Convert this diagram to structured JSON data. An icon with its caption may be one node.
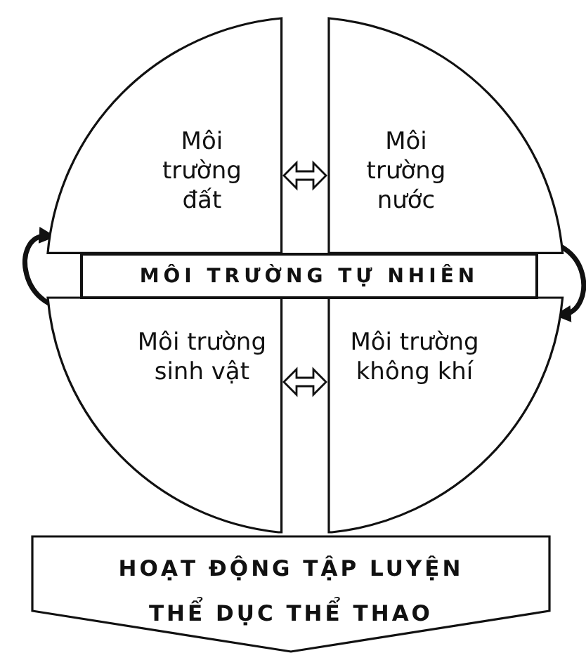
{
  "diagram": {
    "nodes": [
      {
        "text": [
          "Môi trường đất"
        ]
      },
      {
        "text": [
          "Môi trường nước"
        ]
      },
      {
        "text": [
          "MÔI TRƯỜNG TỰ NHIÊN"
        ]
      },
      {
        "text": [
          "Môi trường sinh vật"
        ]
      },
      {
        "text": [
          "Môi trường không khí"
        ]
      },
      {
        "text": [
          "HOẠT ĐỘNG TẬP LUYỆN THỂ DỤC THỂ THAO"
        ]
      }
    ],
    "edges": [
      {
        "from": 0,
        "to": 1,
        "arrow": "both"
      },
      {
        "from": 3,
        "to": 4,
        "arrow": "both"
      },
      {
        "from": 3,
        "to": 0,
        "arrow": "to"
      },
      {
        "from": 1,
        "to": 4,
        "arrow": "to"
      }
    ]
  }
}
